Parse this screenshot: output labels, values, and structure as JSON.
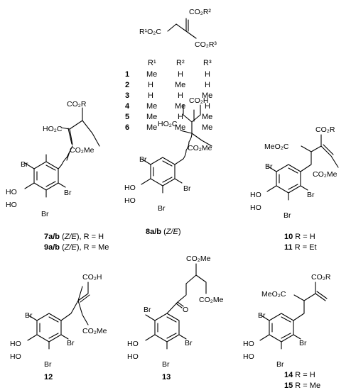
{
  "general_structure": {
    "group_r1": "R¹O₂C",
    "group_r2": "CO₂R²",
    "group_r3": "CO₂R³"
  },
  "substituent_table": {
    "headers": [
      "R¹",
      "R²",
      "R³"
    ],
    "rows": [
      {
        "id": "1",
        "r1": "Me",
        "r2": "H",
        "r3": "H"
      },
      {
        "id": "2",
        "r1": "H",
        "r2": "Me",
        "r3": "H"
      },
      {
        "id": "3",
        "r1": "H",
        "r2": "H",
        "r3": "Me"
      },
      {
        "id": "4",
        "r1": "Me",
        "r2": "Me",
        "r3": "H"
      },
      {
        "id": "5",
        "r1": "Me",
        "r2": "H",
        "r3": "Me"
      },
      {
        "id": "6",
        "r1": "Me",
        "r2": "Me",
        "r3": "Me"
      }
    ]
  },
  "atom_labels": {
    "br": "Br",
    "ho": "HO",
    "co2r": "CO₂R",
    "co2h": "CO₂H",
    "co2me": "CO₂Me",
    "ho2c": "HO₂C",
    "meo2c": "MeO₂C",
    "o": "O"
  },
  "compounds": {
    "c7": {
      "id": "7a/b",
      "stereo": "Z/E",
      "sub": ", R = H"
    },
    "c9": {
      "id": "9a/b",
      "stereo": "Z/E",
      "sub": ", R = Me"
    },
    "c8": {
      "id": "8a/b",
      "stereo": "Z/E"
    },
    "c10": {
      "id": "10",
      "sub": " R = H"
    },
    "c11": {
      "id": "11",
      "sub": " R = Et"
    },
    "c12": {
      "id": "12"
    },
    "c13": {
      "id": "13"
    },
    "c14": {
      "id": "14",
      "sub": " R = H"
    },
    "c15": {
      "id": "15",
      "sub": " R = Me"
    }
  }
}
